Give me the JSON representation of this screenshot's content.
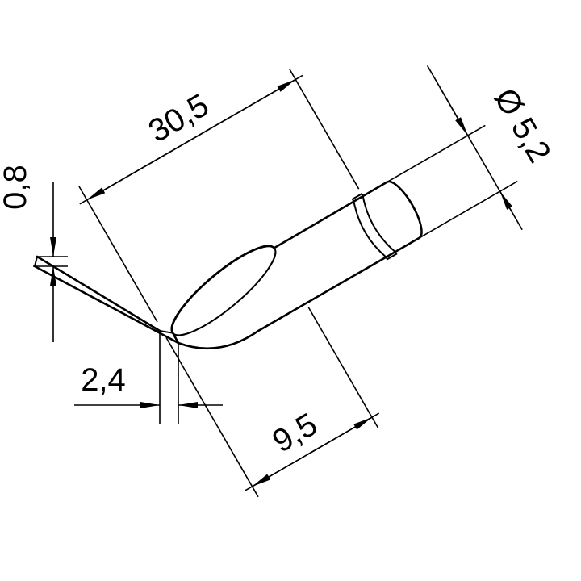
{
  "drawing": {
    "background_color": "#ffffff",
    "line_color": "#000000",
    "labels": {
      "length": "30,5",
      "diameter": "Ø 5,2",
      "edge_thickness": "0,8",
      "edge_width": "2,4",
      "face_length": "9,5"
    }
  }
}
